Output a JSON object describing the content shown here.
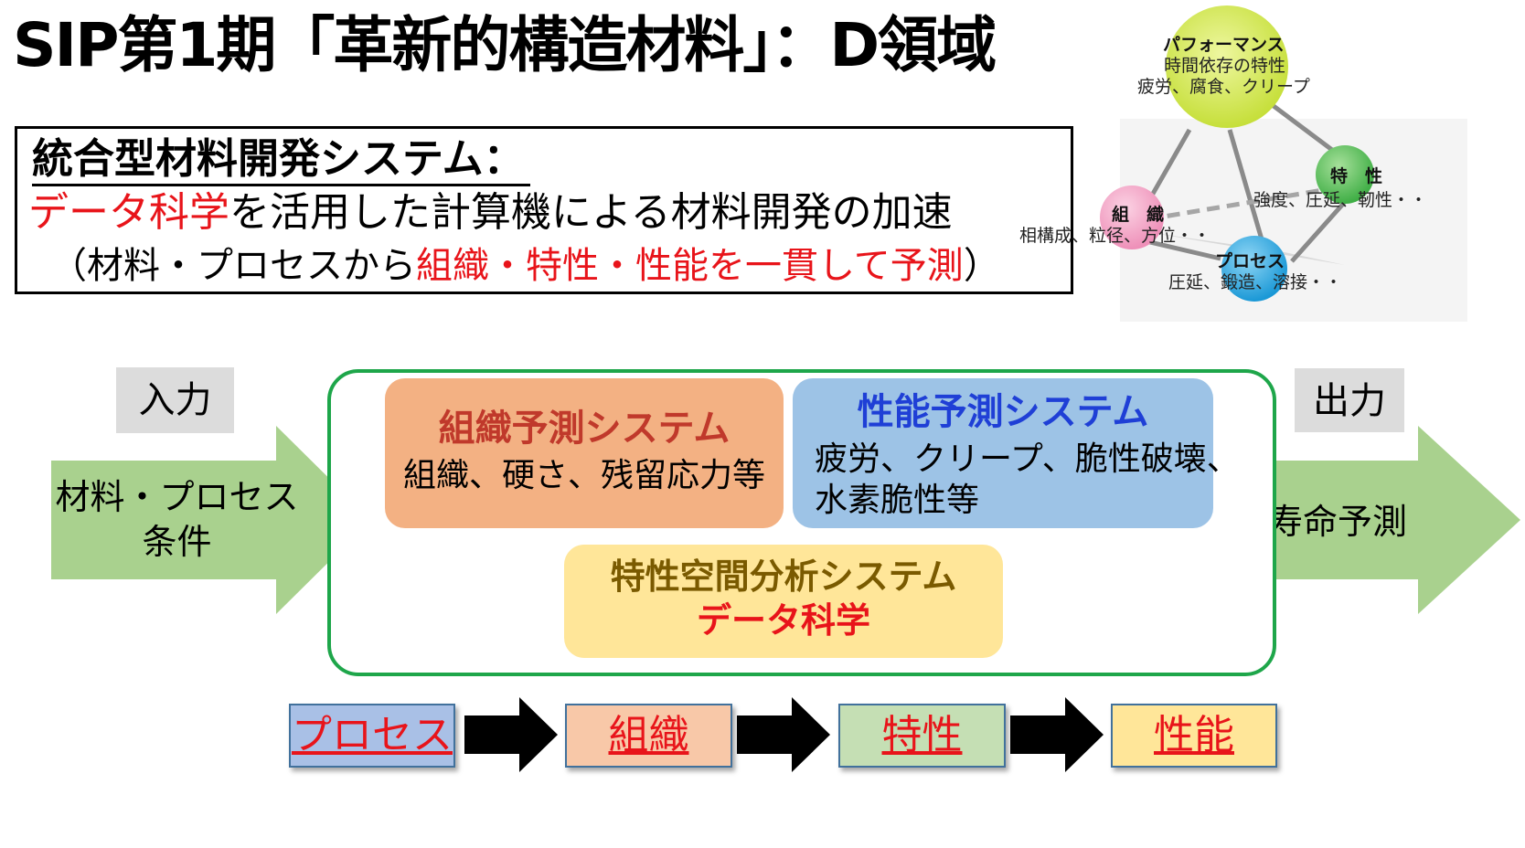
{
  "title": "SIP第1期「革新的構造材料」：D領域",
  "concept": {
    "heading": "統合型材料開発システム：",
    "line2_red": "データ科学",
    "line2_rest": "を活用した計算機による材料開発の加速",
    "line3_open": "（材料・プロセスから",
    "line3_red": "組織・特性・性能を一貫して予測",
    "line3_close": "）"
  },
  "diagram": {
    "performance": {
      "title": "パフォーマンス",
      "line1": "時間依存の特性",
      "line2": "疲労、腐食、クリープ",
      "color": "#d2e84a"
    },
    "property": {
      "title": "特　性",
      "desc": "強度、圧延、靭性・・",
      "color": "#5cbf55"
    },
    "structure": {
      "title": "組　織",
      "desc": "相構成、粒径、方位・・",
      "color": "#f2a3c4"
    },
    "process": {
      "title": "プロセス",
      "desc": "圧延、鍛造、溶接・・",
      "color": "#2aa7e0"
    }
  },
  "input": {
    "label": "入力",
    "arrow_line1": "材料・プロセス",
    "arrow_line2": "条件"
  },
  "output": {
    "label": "出力",
    "arrow_text": "寿命予測"
  },
  "systems": {
    "structure_prediction": {
      "title": "組織予測システム",
      "desc": "組織、硬さ、残留応力等",
      "title_color": "#c0392b"
    },
    "performance_prediction": {
      "title": "性能予測システム",
      "desc_line1": "疲労、クリープ、脆性破壊、",
      "desc_line2": "水素脆性等",
      "title_color": "#1f3fd6"
    },
    "feature_space": {
      "title": "特性空間分析システム",
      "subtitle": "データ科学",
      "title_color": "#7a5a00"
    }
  },
  "chain": [
    "プロセス",
    "組織",
    "特性",
    "性能"
  ],
  "colors": {
    "accent_red": "#e8141a",
    "arrow_green": "#a9d18e",
    "frame_green": "#1ea64a"
  }
}
